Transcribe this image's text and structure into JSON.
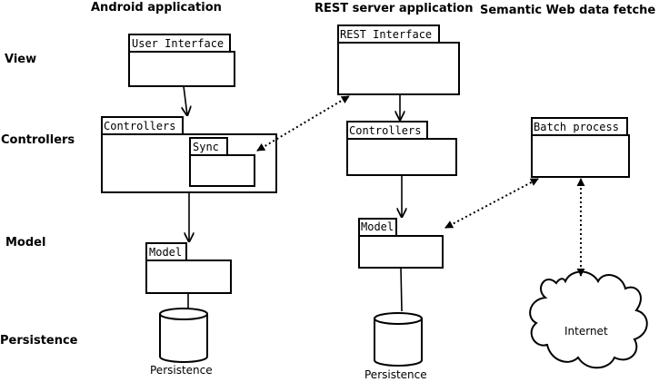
{
  "columns": {
    "android": "Android application",
    "rest": "REST server application",
    "semantic": "Semantic Web data fetche"
  },
  "rows": {
    "view": "View",
    "controllers": "Controllers",
    "model": "Model",
    "persistence": "Persistence"
  },
  "android": {
    "user_interface": "User Interface",
    "controllers": "Controllers",
    "sync": "Sync",
    "model": "Model",
    "persistence": "Persistence"
  },
  "rest": {
    "rest_interface": "REST Interface",
    "controllers": "Controllers",
    "model": "Model",
    "persistence": "Persistence"
  },
  "semantic": {
    "batch_process": "Batch process",
    "internet": "Internet"
  }
}
